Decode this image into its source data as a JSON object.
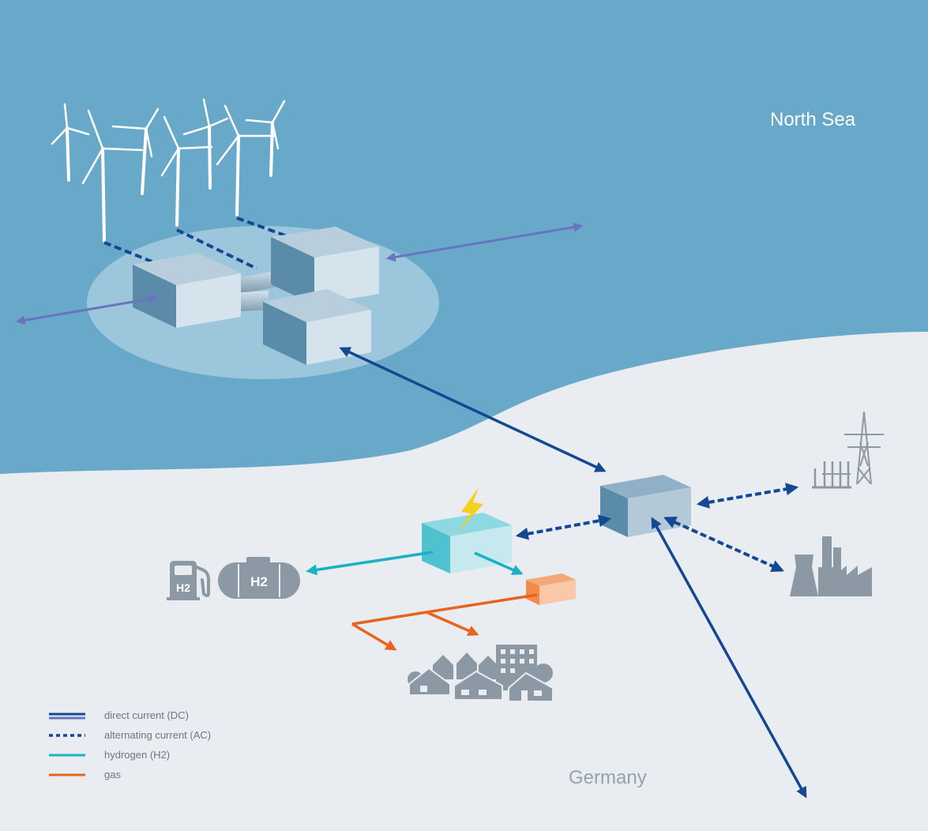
{
  "labels": {
    "north_sea": "North Sea",
    "germany": "Germany"
  },
  "icons": {
    "fuel_station_text": "H2",
    "tank_text": "H2"
  },
  "legend": {
    "items": [
      {
        "key": "dc",
        "label": "direct current (DC)",
        "style": "double-solid"
      },
      {
        "key": "ac",
        "label": "alternating current (AC)",
        "style": "dashed"
      },
      {
        "key": "h2",
        "label": "hydrogen (H2)",
        "style": "solid"
      },
      {
        "key": "gas",
        "label": "gas",
        "style": "solid"
      }
    ]
  },
  "colors": {
    "sea": "#68a9ca",
    "land": "#e9ecf0",
    "platform": "#9cc6db",
    "dc_dark": "#154893",
    "dc_light": "#6a73bd",
    "ac": "#154893",
    "hydrogen": "#1bb1c2",
    "gas": "#e8641e",
    "icon_grey": "#8c98a4",
    "bolt": "#f6cf1f",
    "label_germany": "#93a2b3",
    "label_sea": "#ffffff"
  }
}
